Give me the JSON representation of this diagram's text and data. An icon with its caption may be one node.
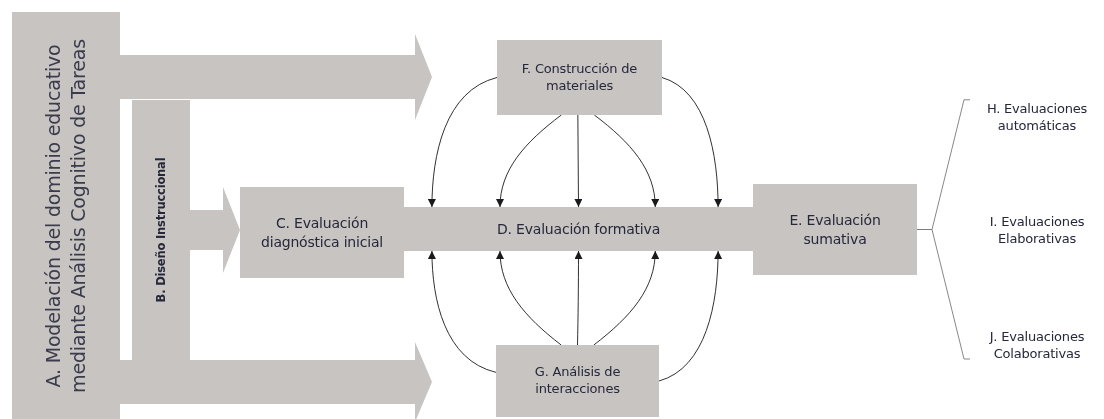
{
  "diagram": {
    "nodes": [
      {
        "text": [
          "A. Modelación del dominio educativo mediante Análisis Cognitivo de Tareas"
        ]
      },
      {
        "text": [
          "B. Diseño Instruccional"
        ]
      },
      {
        "text": [
          "C. Evaluación diagnóstica inicial"
        ]
      },
      {
        "text": [
          "D. Evaluación formativa"
        ]
      },
      {
        "text": [
          "E. Evaluación sumativa"
        ]
      },
      {
        "text": [
          "F. Construcción de materiales"
        ]
      },
      {
        "text": [
          "G. Análisis de interacciones"
        ]
      },
      {
        "text": [
          "H. Evaluaciones automáticas"
        ]
      },
      {
        "text": [
          "I. Evaluaciones Elaborativas"
        ]
      },
      {
        "text": [
          "J. Evaluaciones Colaborativas"
        ]
      }
    ],
    "edges": [
      {
        "from": 0,
        "to": null,
        "arrow": "to",
        "style": "thick",
        "color": "#c8c4c2"
      },
      {
        "from": 1,
        "to": 2,
        "arrow": "to",
        "style": "thick",
        "color": "#c8c4c2"
      },
      {
        "from": 0,
        "to": null,
        "arrow": "to",
        "style": "thick",
        "color": "#c8c4c2"
      },
      {
        "from": 5,
        "to": 3,
        "arrow": "to"
      },
      {
        "from": 5,
        "to": 3,
        "arrow": "to"
      },
      {
        "from": 5,
        "to": 3,
        "arrow": "to"
      },
      {
        "from": 5,
        "to": 3,
        "arrow": "to"
      },
      {
        "from": 5,
        "to": 3,
        "arrow": "to"
      },
      {
        "from": 6,
        "to": 3,
        "arrow": "to"
      },
      {
        "from": 6,
        "to": 3,
        "arrow": "to"
      },
      {
        "from": 6,
        "to": 3,
        "arrow": "to"
      },
      {
        "from": 6,
        "to": 3,
        "arrow": "to"
      },
      {
        "from": 6,
        "to": 3,
        "arrow": "to"
      },
      {
        "from": 4,
        "to": 7,
        "arrow": "none",
        "color": "#7a7a7a"
      },
      {
        "from": 4,
        "to": 9,
        "arrow": "none",
        "color": "#7a7a7a"
      }
    ]
  }
}
